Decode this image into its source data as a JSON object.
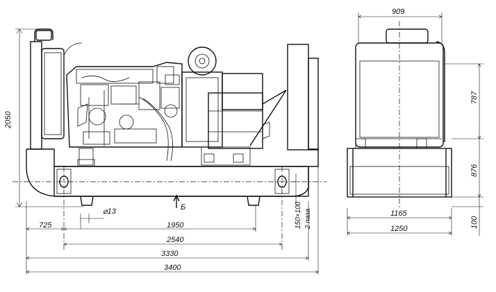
{
  "dimensions": {
    "side_height": "2050",
    "top_width": "909",
    "right_upper_height": "787",
    "right_lower_height": "876",
    "base_inner_width": "1165",
    "base_outer_width": "1250",
    "right_bottom": "100",
    "mount_diameter": "⌀13",
    "front_offset": "725",
    "hole_spacing": "1950",
    "frame_length_a": "2540",
    "frame_length_b": "3330",
    "overall_length": "3400",
    "slot_size": "150×100",
    "slot_count": "2 паза"
  },
  "view_label": "Б"
}
